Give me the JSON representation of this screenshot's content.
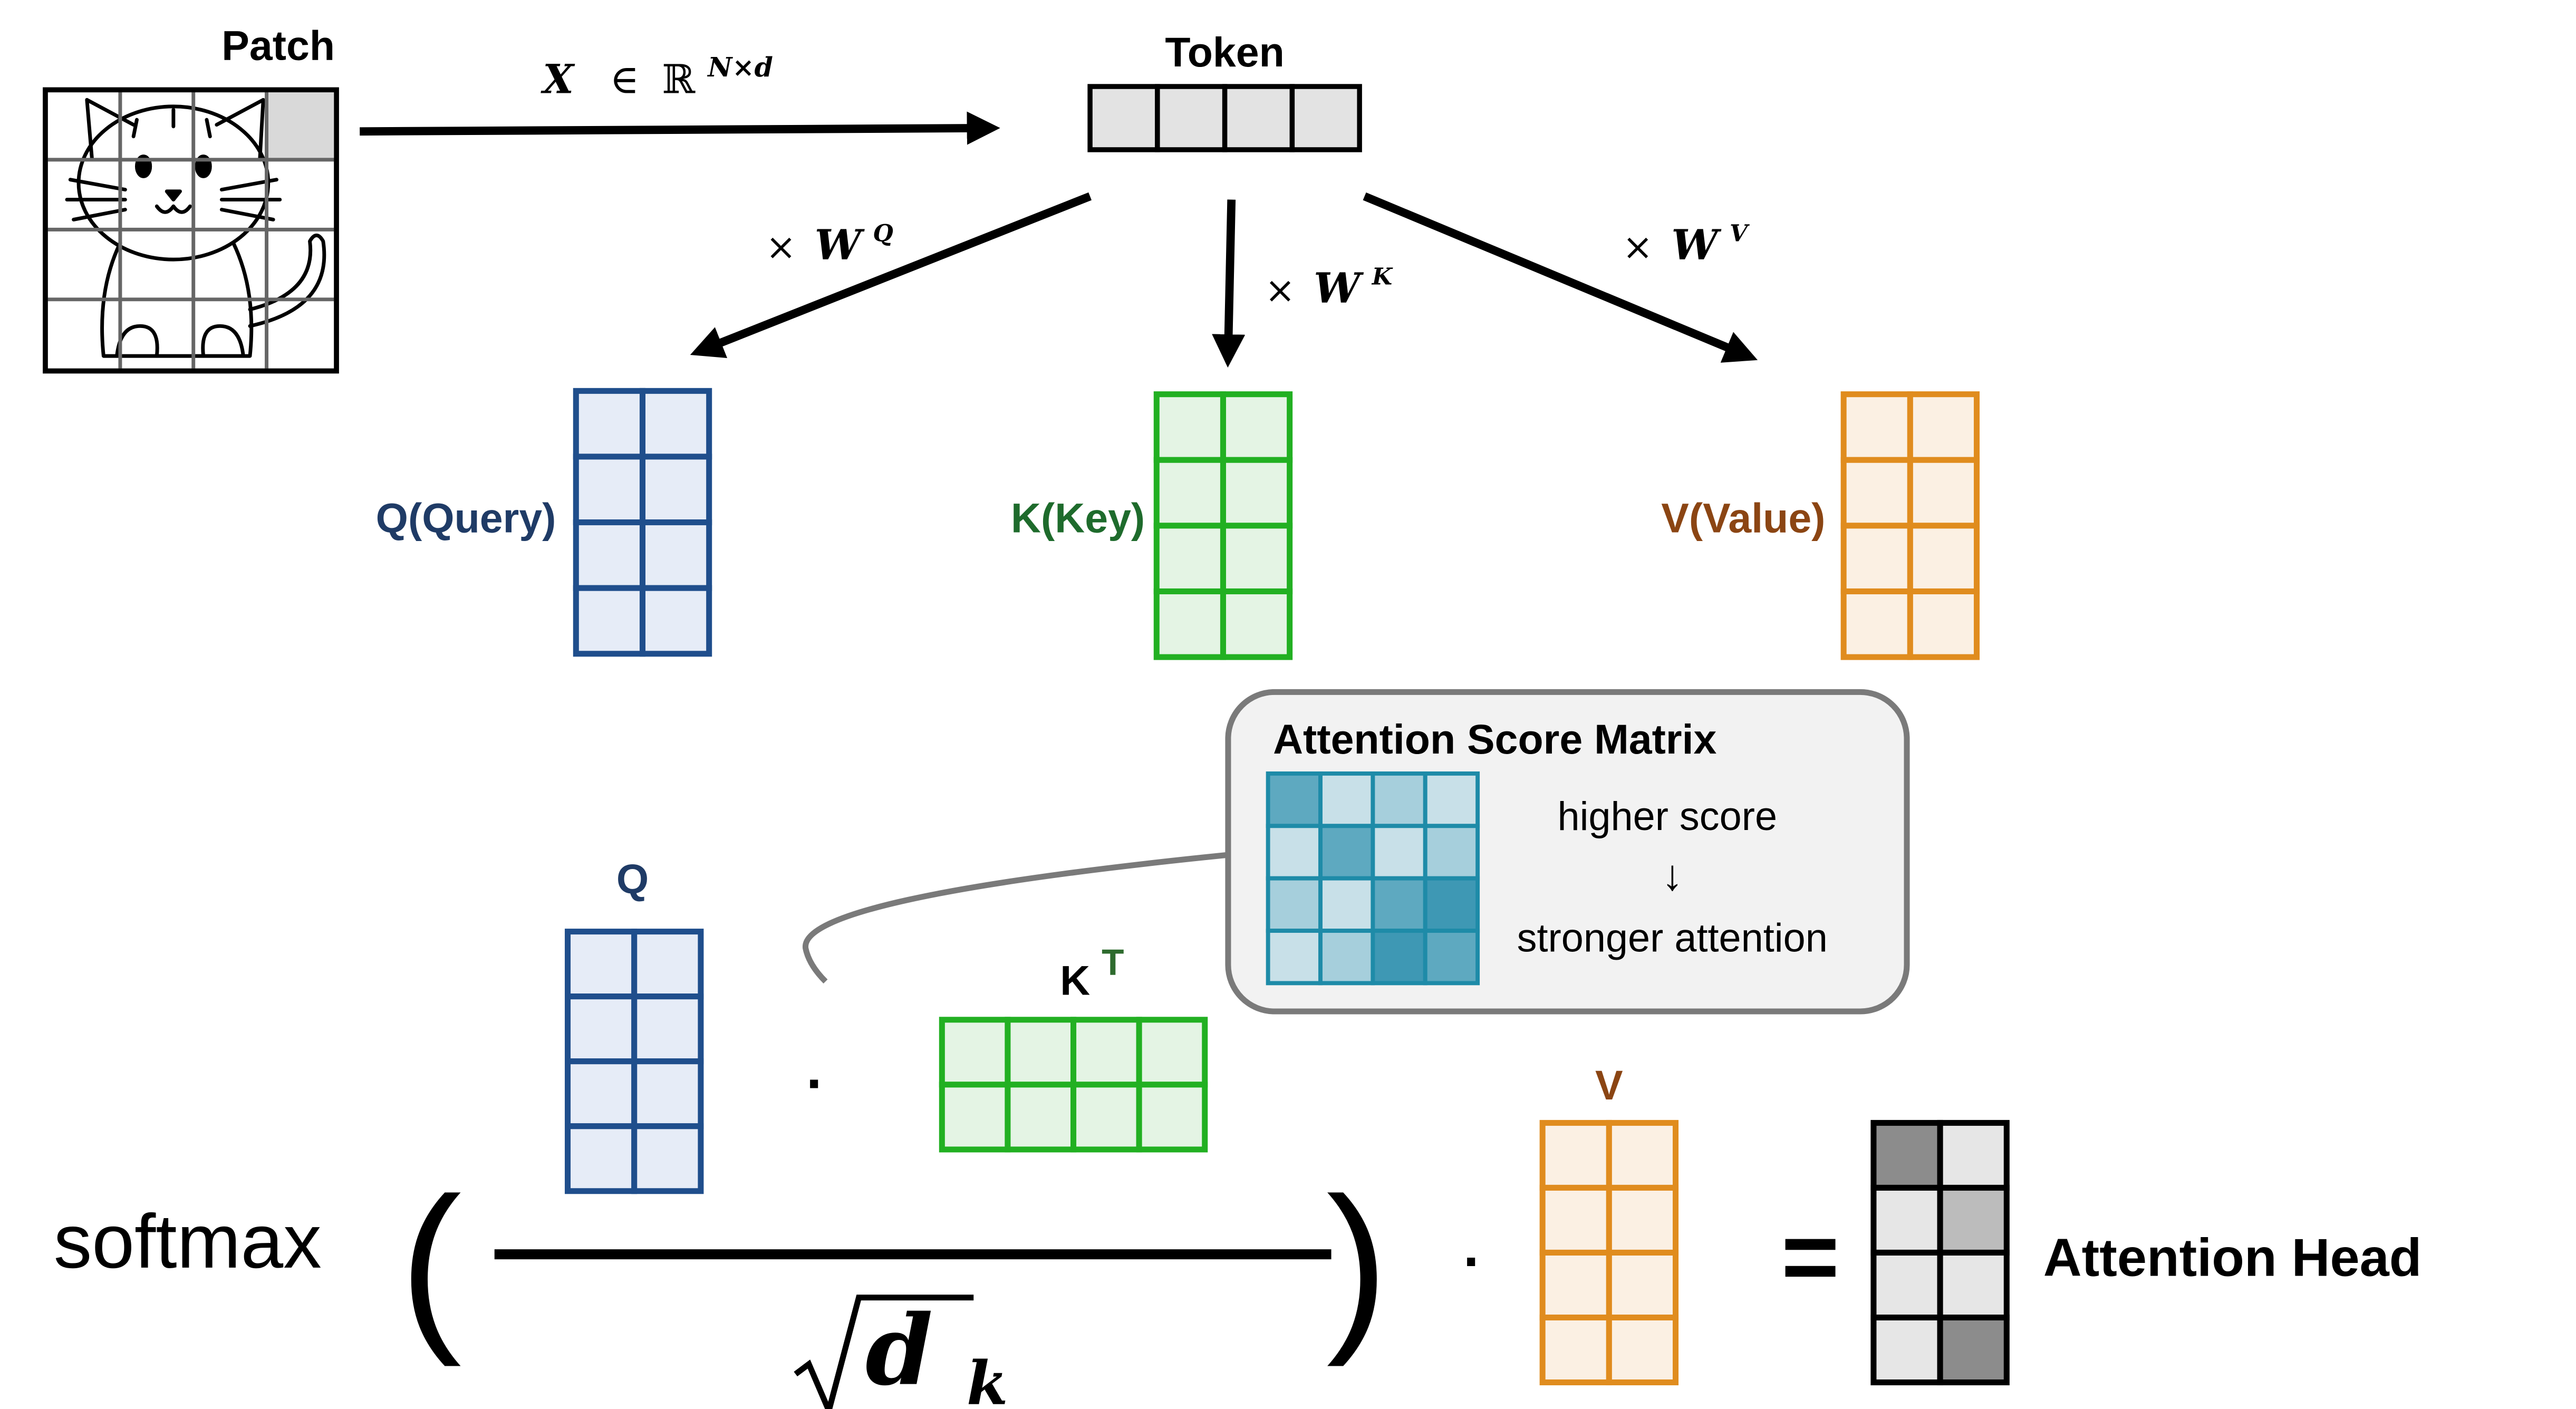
{
  "patch": {
    "label": "Patch"
  },
  "embedding": {
    "var": "X",
    "in": "∈",
    "set": "ℝ",
    "dims": "N×d"
  },
  "token": {
    "label": "Token",
    "cells": 4
  },
  "projections": {
    "times": "×",
    "w": "W",
    "q_sup": "Q",
    "k_sup": "K",
    "v_sup": "V"
  },
  "matrices": {
    "q": {
      "label": "Q(Query)",
      "rows": 4,
      "cols": 2,
      "color": "#1f4e8c",
      "fill": "#e6ecf7",
      "text_color": "#1f3b66"
    },
    "k": {
      "label": "K(Key)",
      "rows": 4,
      "cols": 2,
      "color": "#22b022",
      "fill": "#e4f4e4",
      "text_color": "#1e6b2c"
    },
    "v": {
      "label": "V(Value)",
      "rows": 4,
      "cols": 2,
      "color": "#e08c1e",
      "fill": "#fbf0e3",
      "text_color": "#8b4513"
    }
  },
  "score_box": {
    "title": "Attention Score Matrix",
    "line1": "higher score",
    "arrow": "↓",
    "line2": "stronger attention",
    "grid_color": "#1e8ba8",
    "cell_colors": [
      [
        "#5ea9c0",
        "#c8e0e8",
        "#a6cfdc",
        "#c8e0e8"
      ],
      [
        "#c8e0e8",
        "#5ea9c0",
        "#c8e0e8",
        "#a6cfdc"
      ],
      [
        "#a6cfdc",
        "#c8e0e8",
        "#5ea9c0",
        "#3e98b4"
      ],
      [
        "#c8e0e8",
        "#a6cfdc",
        "#3e98b4",
        "#5ea9c0"
      ]
    ]
  },
  "formula": {
    "softmax": "softmax",
    "q_label": "Q",
    "k_label": "K",
    "k_sup": "T",
    "v_label": "V",
    "dot": "·",
    "sqrt_var": "d",
    "sqrt_sub": "k",
    "open_paren": "(",
    "close_paren": ")",
    "equals": "=",
    "result_label": "Attention Head",
    "result_cells": [
      [
        "#8c8c8c",
        "#e6e6e6"
      ],
      [
        "#e6e6e6",
        "#bcbcbc"
      ],
      [
        "#e6e6e6",
        "#e6e6e6"
      ],
      [
        "#e6e6e6",
        "#8c8c8c"
      ]
    ]
  }
}
